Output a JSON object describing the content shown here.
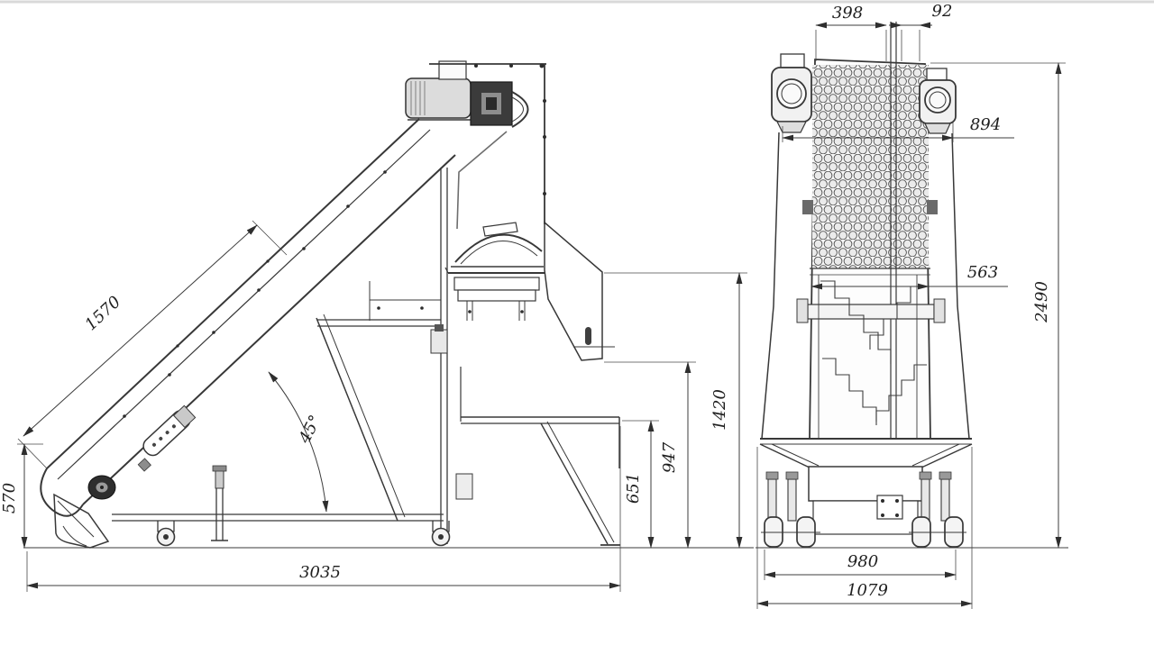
{
  "drawing": {
    "kind": "technical-drawing",
    "description": "Two-view dimensioned engineering drawing of an inclined belt conveyor elevator with hopper and casters",
    "background": "#ffffff",
    "line_color": "#3c3c3c",
    "text_color": "#1e1e1e"
  },
  "side_view": {
    "dimensions": {
      "belt_length": "1570",
      "infeed_height": "570",
      "overall_length": "3035",
      "incline_angle": "45°",
      "frame_height": "651",
      "discharge_lip_height": "947",
      "discharge_top_height": "1420"
    }
  },
  "front_view": {
    "dimensions": {
      "top_width": "398",
      "top_offset": "92",
      "motor_span": "894",
      "column_width": "563",
      "overall_height": "2490",
      "wheel_track": "980",
      "overall_width": "1079"
    }
  }
}
